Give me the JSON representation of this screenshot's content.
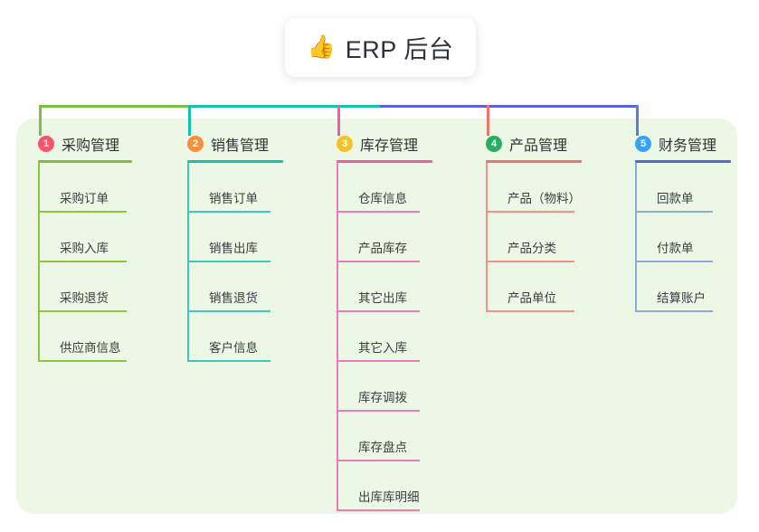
{
  "root": {
    "emoji": "👍",
    "emoji_name": "thumbs-up-icon",
    "title": "ERP 后台"
  },
  "theme": {
    "page_background": "#ffffff",
    "panel_background": "#edf7e6",
    "card_background": "#ffffff",
    "text_color": "#2f3236",
    "root_stem_color": "#4a56c8"
  },
  "connectors": {
    "bus_segment_1_color": "#7ac143",
    "bus_segment_2_color": "#13c2ae",
    "bus_segment_3_color": "#5a62d6",
    "stub_colors": [
      "#7ac143",
      "#13c2ae",
      "#ef5da8",
      "#f4726a",
      "#5a7fd6"
    ]
  },
  "columns": [
    {
      "number": "1",
      "title": "采购管理",
      "badge_color": "#f4556a",
      "rule_color": "#7ac143",
      "line_color": "#8cc63f",
      "items": [
        "采购订单",
        "采购入库",
        "采购退货",
        "供应商信息"
      ]
    },
    {
      "number": "2",
      "title": "销售管理",
      "badge_color": "#f6903d",
      "rule_color": "#13c2ae",
      "line_color": "#3fc9bb",
      "items": [
        "销售订单",
        "销售出库",
        "销售退货",
        "客户信息"
      ]
    },
    {
      "number": "3",
      "title": "库存管理",
      "badge_color": "#f5c229",
      "rule_color": "#ef5da8",
      "line_color": "#f07ab8",
      "items": [
        "仓库信息",
        "产品库存",
        "其它出库",
        "其它入库",
        "库存调拨",
        "库存盘点",
        "出库库明细"
      ]
    },
    {
      "number": "4",
      "title": "产品管理",
      "badge_color": "#27ae60",
      "rule_color": "#f4726a",
      "line_color": "#f79089",
      "items": [
        "产品（物料）",
        "产品分类",
        "产品单位"
      ]
    },
    {
      "number": "5",
      "title": "财务管理",
      "badge_color": "#36a3f7",
      "rule_color": "#4a6fd0",
      "line_color": "#8fa8e0",
      "items": [
        "回款单",
        "付款单",
        "结算账户"
      ]
    }
  ]
}
